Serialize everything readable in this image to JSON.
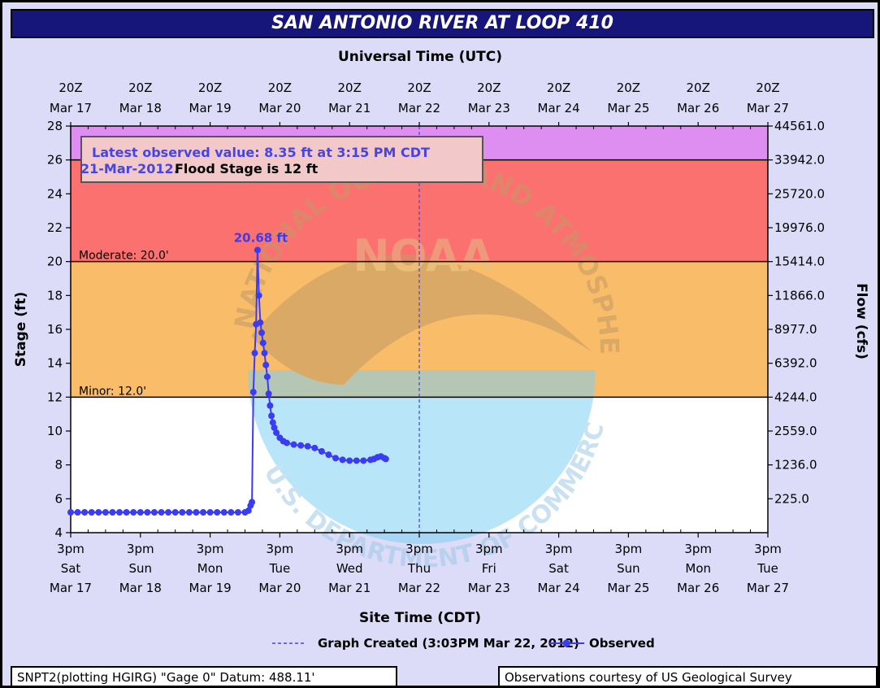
{
  "chart_data": {
    "type": "line",
    "title": "SAN ANTONIO RIVER AT LOOP 410",
    "top_axis_title": "Universal Time (UTC)",
    "xlabel": "Site Time (CDT)",
    "ylabel": "Stage (ft)",
    "y2label": "Flow (cfs)",
    "ylim": [
      4,
      28
    ],
    "y_ticks": [
      4,
      6,
      8,
      10,
      12,
      14,
      16,
      18,
      20,
      22,
      24,
      26,
      28
    ],
    "x_domain_days": [
      0,
      10
    ],
    "top_ticks": [
      {
        "time": "20Z",
        "date": "Mar 17"
      },
      {
        "time": "20Z",
        "date": "Mar 18"
      },
      {
        "time": "20Z",
        "date": "Mar 19"
      },
      {
        "time": "20Z",
        "date": "Mar 20"
      },
      {
        "time": "20Z",
        "date": "Mar 21"
      },
      {
        "time": "20Z",
        "date": "Mar 22"
      },
      {
        "time": "20Z",
        "date": "Mar 23"
      },
      {
        "time": "20Z",
        "date": "Mar 24"
      },
      {
        "time": "20Z",
        "date": "Mar 25"
      },
      {
        "time": "20Z",
        "date": "Mar 26"
      },
      {
        "time": "20Z",
        "date": "Mar 27"
      }
    ],
    "bottom_ticks": [
      {
        "time": "3pm",
        "day": "Sat",
        "date": "Mar 17"
      },
      {
        "time": "3pm",
        "day": "Sun",
        "date": "Mar 18"
      },
      {
        "time": "3pm",
        "day": "Mon",
        "date": "Mar 19"
      },
      {
        "time": "3pm",
        "day": "Tue",
        "date": "Mar 20"
      },
      {
        "time": "3pm",
        "day": "Wed",
        "date": "Mar 21"
      },
      {
        "time": "3pm",
        "day": "Thu",
        "date": "Mar 22"
      },
      {
        "time": "3pm",
        "day": "Fri",
        "date": "Mar 23"
      },
      {
        "time": "3pm",
        "day": "Sat",
        "date": "Mar 24"
      },
      {
        "time": "3pm",
        "day": "Sun",
        "date": "Mar 25"
      },
      {
        "time": "3pm",
        "day": "Mon",
        "date": "Mar 26"
      },
      {
        "time": "3pm",
        "day": "Tue",
        "date": "Mar 27"
      }
    ],
    "flow_ticks": [
      {
        "stage": 28,
        "label": "44561.0"
      },
      {
        "stage": 26,
        "label": "33942.0"
      },
      {
        "stage": 24,
        "label": "25720.0"
      },
      {
        "stage": 22,
        "label": "19976.0"
      },
      {
        "stage": 20,
        "label": "15414.0"
      },
      {
        "stage": 18,
        "label": "11866.0"
      },
      {
        "stage": 16,
        "label": "8977.0"
      },
      {
        "stage": 14,
        "label": "6392.0"
      },
      {
        "stage": 12,
        "label": "4244.0"
      },
      {
        "stage": 10,
        "label": "2559.0"
      },
      {
        "stage": 8,
        "label": "1236.0"
      },
      {
        "stage": 6,
        "label": "225.0"
      }
    ],
    "bands": [
      {
        "from": 26,
        "to": 28,
        "color": "#de8ef0"
      },
      {
        "from": 20,
        "to": 26,
        "color": "#fb7170"
      },
      {
        "from": 12,
        "to": 20,
        "color": "#f9bd6a"
      },
      {
        "from": 4,
        "to": 12,
        "color": "#ffffff"
      }
    ],
    "thresholds": [
      {
        "stage": 20,
        "label": "Moderate: 20.0'"
      },
      {
        "stage": 12,
        "label": "Minor: 12.0'"
      }
    ],
    "graph_created_day": 5,
    "series": [
      {
        "name": "Observed",
        "color": "#3b3bf3",
        "points": [
          [
            0.0,
            5.2
          ],
          [
            0.1,
            5.2
          ],
          [
            0.2,
            5.2
          ],
          [
            0.3,
            5.2
          ],
          [
            0.4,
            5.2
          ],
          [
            0.5,
            5.2
          ],
          [
            0.6,
            5.2
          ],
          [
            0.7,
            5.2
          ],
          [
            0.8,
            5.2
          ],
          [
            0.9,
            5.2
          ],
          [
            1.0,
            5.2
          ],
          [
            1.1,
            5.2
          ],
          [
            1.2,
            5.2
          ],
          [
            1.3,
            5.2
          ],
          [
            1.4,
            5.2
          ],
          [
            1.5,
            5.2
          ],
          [
            1.6,
            5.2
          ],
          [
            1.7,
            5.2
          ],
          [
            1.8,
            5.2
          ],
          [
            1.9,
            5.2
          ],
          [
            2.0,
            5.2
          ],
          [
            2.1,
            5.2
          ],
          [
            2.2,
            5.2
          ],
          [
            2.3,
            5.2
          ],
          [
            2.4,
            5.2
          ],
          [
            2.5,
            5.2
          ],
          [
            2.55,
            5.3
          ],
          [
            2.58,
            5.6
          ],
          [
            2.6,
            5.8
          ],
          [
            2.62,
            12.3
          ],
          [
            2.64,
            14.6
          ],
          [
            2.66,
            16.3
          ],
          [
            2.68,
            20.68
          ],
          [
            2.7,
            18.0
          ],
          [
            2.72,
            16.4
          ],
          [
            2.74,
            15.8
          ],
          [
            2.76,
            15.2
          ],
          [
            2.78,
            14.6
          ],
          [
            2.8,
            13.9
          ],
          [
            2.82,
            13.2
          ],
          [
            2.84,
            12.2
          ],
          [
            2.86,
            11.5
          ],
          [
            2.88,
            10.9
          ],
          [
            2.9,
            10.5
          ],
          [
            2.92,
            10.2
          ],
          [
            2.95,
            9.9
          ],
          [
            3.0,
            9.6
          ],
          [
            3.05,
            9.4
          ],
          [
            3.1,
            9.3
          ],
          [
            3.2,
            9.2
          ],
          [
            3.3,
            9.15
          ],
          [
            3.4,
            9.1
          ],
          [
            3.5,
            9.0
          ],
          [
            3.6,
            8.8
          ],
          [
            3.7,
            8.6
          ],
          [
            3.8,
            8.4
          ],
          [
            3.9,
            8.3
          ],
          [
            4.0,
            8.25
          ],
          [
            4.1,
            8.25
          ],
          [
            4.2,
            8.25
          ],
          [
            4.3,
            8.3
          ],
          [
            4.35,
            8.35
          ],
          [
            4.4,
            8.45
          ],
          [
            4.45,
            8.5
          ],
          [
            4.5,
            8.4
          ],
          [
            4.52,
            8.35
          ]
        ]
      }
    ],
    "peak_label": "20.68 ft",
    "peak_point": [
      2.68,
      20.68
    ],
    "info_box": {
      "line1": "Latest observed value: 8.35 ft at 3:15 PM CDT",
      "line2a": "21-Mar-2012.",
      "line2b": "Flood Stage is 12 ft"
    },
    "legend": {
      "created": "Graph Created (3:03PM Mar 22, 2012)",
      "observed": "Observed"
    },
    "watermark": {
      "arc_text": "NATIONAL OCEANIC AND ATMOSPHERIC ADMINISTRATION",
      "bottom_text": "U.S. DEPARTMENT OF COMMERCE",
      "logo_text": "NOAA"
    },
    "colors": {
      "series": "#3b3bf3",
      "title_bg": "#15157a",
      "frame_bg": "#dcdcf8",
      "watermark_blue": "#7fd0f2",
      "watermark_tan": "#c39a64"
    }
  },
  "footer": {
    "left": "SNPT2(plotting HGIRG) \"Gage 0\" Datum: 488.11'",
    "right": "Observations courtesy of US Geological Survey"
  }
}
